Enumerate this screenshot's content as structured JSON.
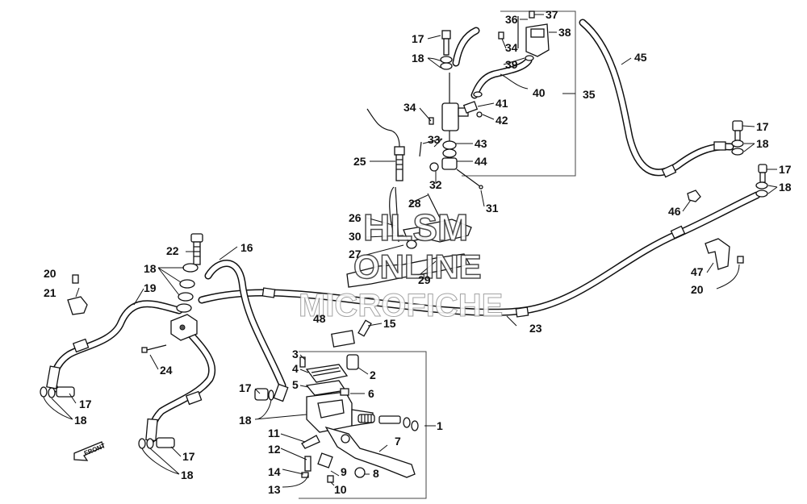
{
  "watermark": {
    "line1": "HLSM",
    "line2": "ONLINE",
    "line3": "MICROFICHE"
  },
  "front_tag": "FRONT",
  "callouts": [
    {
      "id": "c-1",
      "text": "1"
    },
    {
      "id": "c-2",
      "text": "2"
    },
    {
      "id": "c-3",
      "text": "3"
    },
    {
      "id": "c-4",
      "text": "4"
    },
    {
      "id": "c-5",
      "text": "5"
    },
    {
      "id": "c-6",
      "text": "6"
    },
    {
      "id": "c-7",
      "text": "7"
    },
    {
      "id": "c-8",
      "text": "8"
    },
    {
      "id": "c-9",
      "text": "9"
    },
    {
      "id": "c-10",
      "text": "10"
    },
    {
      "id": "c-11",
      "text": "11"
    },
    {
      "id": "c-12",
      "text": "12"
    },
    {
      "id": "c-13",
      "text": "13"
    },
    {
      "id": "c-14",
      "text": "14"
    },
    {
      "id": "c-15",
      "text": "15"
    },
    {
      "id": "c-16",
      "text": "16"
    },
    {
      "id": "c-17a",
      "text": "17"
    },
    {
      "id": "c-17b",
      "text": "17"
    },
    {
      "id": "c-17c",
      "text": "17"
    },
    {
      "id": "c-17d",
      "text": "17"
    },
    {
      "id": "c-17e",
      "text": "17"
    },
    {
      "id": "c-17f",
      "text": "17"
    },
    {
      "id": "c-18a",
      "text": "18"
    },
    {
      "id": "c-18b",
      "text": "18"
    },
    {
      "id": "c-18c",
      "text": "18"
    },
    {
      "id": "c-18d",
      "text": "18"
    },
    {
      "id": "c-18e",
      "text": "18"
    },
    {
      "id": "c-18f",
      "text": "18"
    },
    {
      "id": "c-18g",
      "text": "18"
    },
    {
      "id": "c-19",
      "text": "19"
    },
    {
      "id": "c-20a",
      "text": "20"
    },
    {
      "id": "c-20b",
      "text": "20"
    },
    {
      "id": "c-21",
      "text": "21"
    },
    {
      "id": "c-22",
      "text": "22"
    },
    {
      "id": "c-23",
      "text": "23"
    },
    {
      "id": "c-24",
      "text": "24"
    },
    {
      "id": "c-25",
      "text": "25"
    },
    {
      "id": "c-26",
      "text": "26"
    },
    {
      "id": "c-27",
      "text": "27"
    },
    {
      "id": "c-28",
      "text": "28"
    },
    {
      "id": "c-29",
      "text": "29"
    },
    {
      "id": "c-30",
      "text": "30"
    },
    {
      "id": "c-31",
      "text": "31"
    },
    {
      "id": "c-32",
      "text": "32"
    },
    {
      "id": "c-33",
      "text": "33"
    },
    {
      "id": "c-34a",
      "text": "34"
    },
    {
      "id": "c-34b",
      "text": "34"
    },
    {
      "id": "c-35",
      "text": "35"
    },
    {
      "id": "c-36",
      "text": "36"
    },
    {
      "id": "c-37",
      "text": "37"
    },
    {
      "id": "c-38",
      "text": "38"
    },
    {
      "id": "c-39",
      "text": "39"
    },
    {
      "id": "c-40",
      "text": "40"
    },
    {
      "id": "c-41",
      "text": "41"
    },
    {
      "id": "c-42",
      "text": "42"
    },
    {
      "id": "c-43",
      "text": "43"
    },
    {
      "id": "c-44",
      "text": "44"
    },
    {
      "id": "c-45",
      "text": "45"
    },
    {
      "id": "c-46",
      "text": "46"
    },
    {
      "id": "c-47",
      "text": "47"
    },
    {
      "id": "c-48",
      "text": "48"
    }
  ]
}
